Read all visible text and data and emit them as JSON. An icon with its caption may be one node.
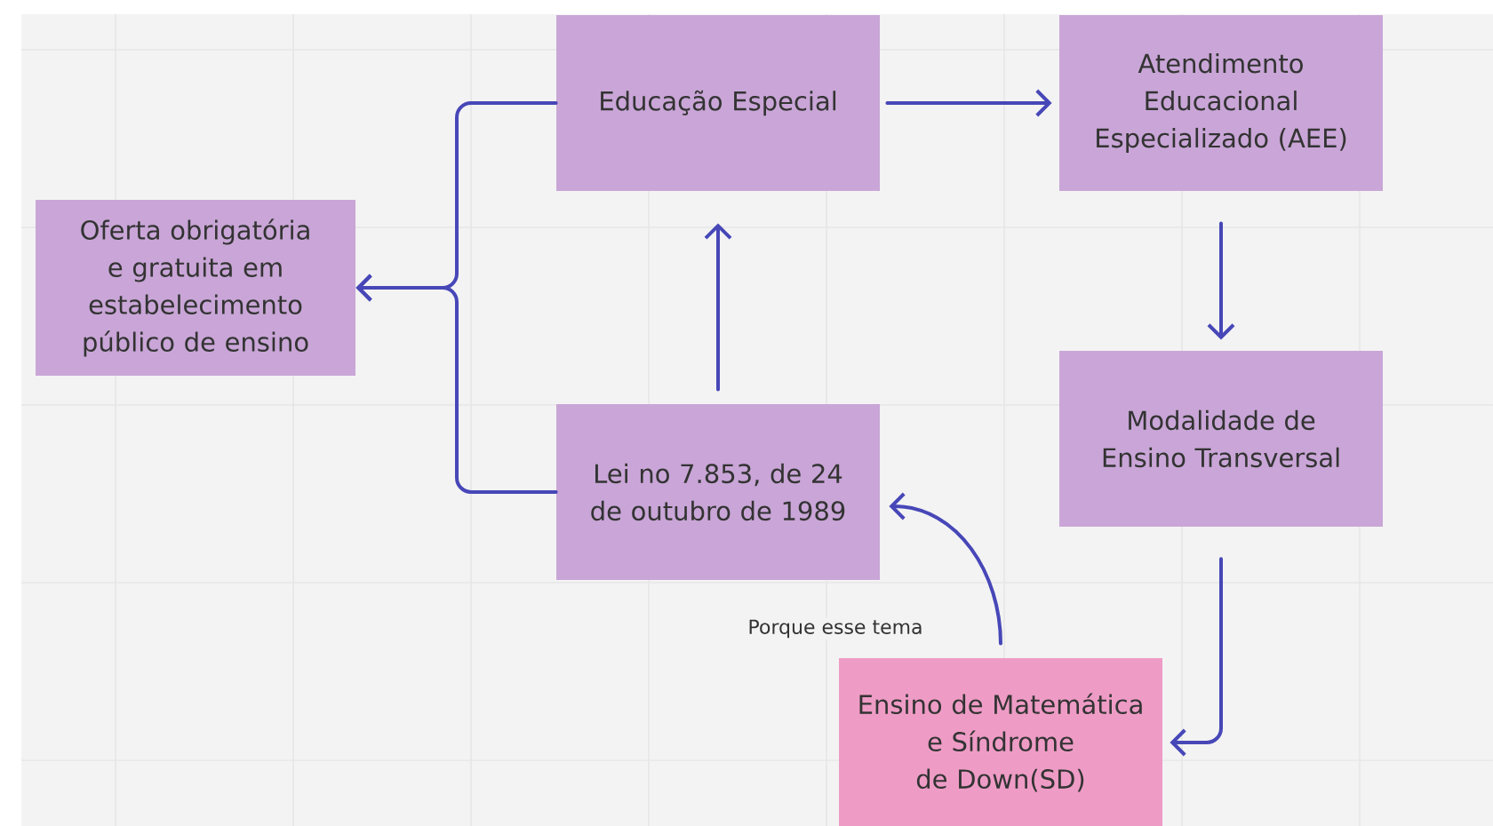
{
  "diagram": {
    "nodes": [
      {
        "text": [
          "Oferta obrigatória e gratuita em estabelecimento público de ensino"
        ]
      },
      {
        "text": [
          "Educação Especial"
        ]
      },
      {
        "text": [
          "Atendimento Educacional Especializado (AEE)"
        ]
      },
      {
        "text": [
          "Lei no 7.853, de 24 de outubro de 1989"
        ]
      },
      {
        "text": [
          "Modalidade de Ensino Transversal"
        ]
      },
      {
        "text": [
          "Ensino de Matemática e Síndrome de Down(SD)"
        ]
      }
    ],
    "edges": [
      {
        "from": 1,
        "to": 0,
        "arrow": "to"
      },
      {
        "from": 3,
        "to": 0,
        "arrow": "to"
      },
      {
        "from": 1,
        "to": 2,
        "arrow": "to"
      },
      {
        "from": 3,
        "to": 1,
        "arrow": "to"
      },
      {
        "from": 2,
        "to": 4,
        "arrow": "to"
      },
      {
        "from": 4,
        "to": 5,
        "arrow": "to"
      },
      {
        "from": 5,
        "to": 3,
        "arrow": "to",
        "label": "Porque esse tema"
      }
    ]
  }
}
